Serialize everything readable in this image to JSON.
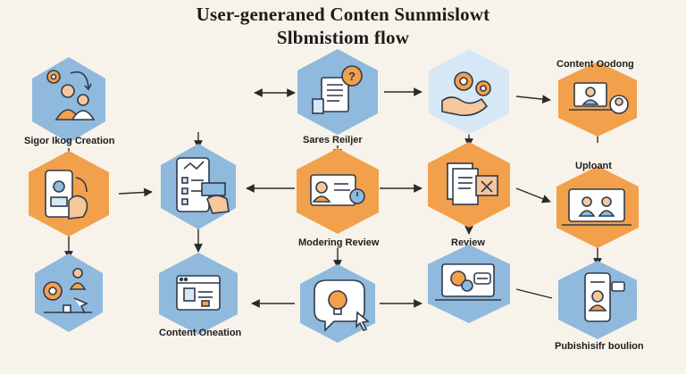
{
  "title": {
    "line1": "User-generaned Conten Sunmislowt",
    "line2": "Slbmistiom flow"
  },
  "labels": {
    "sigor_ikog_creation": "Sigor Ikog Creation",
    "sares_reiljer": "Sares Reiljer",
    "content_oodong": "Content Oodong",
    "uploant": "Uploant",
    "modering_review": "Modering Review",
    "review": "Review",
    "content_oneation": "Content Oneation",
    "publishisifr_boulion": "Pubishisifr boulion"
  },
  "colors": {
    "background": "#f7f3ea",
    "blue_hex": "#8fb9dd",
    "orange_hex": "#f2a04b",
    "stroke": "#2f3a4a",
    "light_blue_inner": "#d6e8f6",
    "skin": "#f6c79a"
  },
  "nodes": [
    {
      "id": "n1",
      "color": "blue",
      "icon": "team-gears-icon"
    },
    {
      "id": "n2",
      "color": "orange",
      "icon": "tablet-hand-icon"
    },
    {
      "id": "n3",
      "color": "blue",
      "icon": "person-gears-cursor-icon"
    },
    {
      "id": "n4",
      "color": "blue",
      "icon": "tablet-checklist-icon"
    },
    {
      "id": "n5",
      "color": "blue",
      "icon": "browser-content-icon"
    },
    {
      "id": "n6",
      "color": "blue",
      "icon": "document-chat-icon"
    },
    {
      "id": "n7",
      "color": "orange",
      "icon": "id-card-icon"
    },
    {
      "id": "n8",
      "color": "blue",
      "icon": "lightbulb-cursor-icon"
    },
    {
      "id": "n9",
      "color": "blue",
      "icon": "hand-gears-icon"
    },
    {
      "id": "n10",
      "color": "orange",
      "icon": "documents-x-icon"
    },
    {
      "id": "n11",
      "color": "blue",
      "icon": "laptop-chat-icon"
    },
    {
      "id": "n12",
      "color": "orange",
      "icon": "laptop-person-icon"
    },
    {
      "id": "n13",
      "color": "orange",
      "icon": "laptop-two-people-icon"
    },
    {
      "id": "n14",
      "color": "blue",
      "icon": "phone-person-icon"
    }
  ]
}
